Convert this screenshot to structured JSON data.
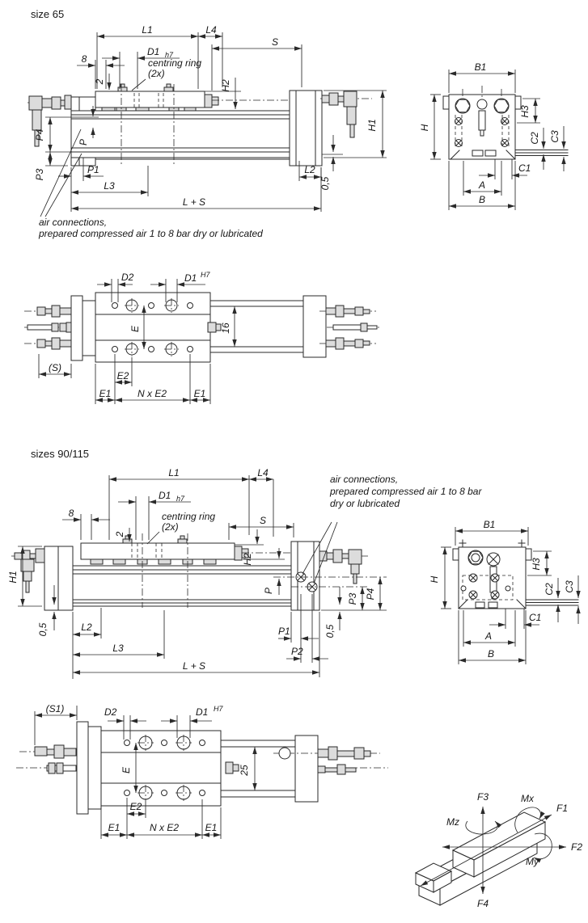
{
  "size65": {
    "title": "size 65",
    "side": {
      "l1": "L1",
      "l4": "L4",
      "s": "S",
      "d1": "D1",
      "d1_tol": "h7",
      "dim8": "8",
      "dim2": "2",
      "ring1": "centring ring",
      "ring2": "(2x)",
      "h2": "H2",
      "h1": "H1",
      "p": "P",
      "p1": "P1",
      "p3": "P3",
      "p4": "P4",
      "l2": "L2",
      "l3": "L3",
      "half": "0,5",
      "ls": "L + S",
      "air1": "air connections,",
      "air2": "prepared compressed air 1 to 8 bar dry or lubricated"
    },
    "end": {
      "b1": "B1",
      "h3": "H3",
      "h": "H",
      "c1": "C1",
      "c2": "C2",
      "c3": "C3",
      "a": "A",
      "b": "B"
    },
    "top": {
      "d2": "D2",
      "d1": "D1",
      "d1_tol": "H7",
      "e": "E",
      "w": "16",
      "s": "(S)",
      "e2": "E2",
      "e1l": "E1",
      "nxe2": "N x E2",
      "e1r": "E1"
    }
  },
  "size90": {
    "title": "sizes 90/115",
    "side": {
      "l1": "L1",
      "l4": "L4",
      "s": "S",
      "d1": "D1",
      "d1_tol": "h7",
      "dim8": "8",
      "dim2": "2",
      "ring1": "centring ring",
      "ring2": "(2x)",
      "h2": "H2",
      "h1": "H1",
      "p": "P",
      "p1": "P1",
      "p2": "P2",
      "p3": "P3",
      "p4": "P4",
      "l2": "L2",
      "l3": "L3",
      "half_l": "0,5",
      "half_r": "0,5",
      "ls": "L + S",
      "air1": "air connections,",
      "air2": "prepared compressed air 1 to 8 bar",
      "air3": "dry or lubricated"
    },
    "end": {
      "b1": "B1",
      "h3": "H3",
      "h": "H",
      "c1": "C1",
      "c2": "C2",
      "c3": "C3",
      "a": "A",
      "b": "B"
    },
    "top": {
      "s1": "(S1)",
      "d2": "D2",
      "d1": "D1",
      "d1_tol": "H7",
      "e": "E",
      "w": "25",
      "e2": "E2",
      "e1l": "E1",
      "nxe2": "N x E2",
      "e1r": "E1"
    }
  },
  "forces": {
    "f1": "F1",
    "f2": "F2",
    "f3": "F3",
    "f4": "F4",
    "mx": "Mx",
    "my": "My",
    "mz": "Mz"
  }
}
